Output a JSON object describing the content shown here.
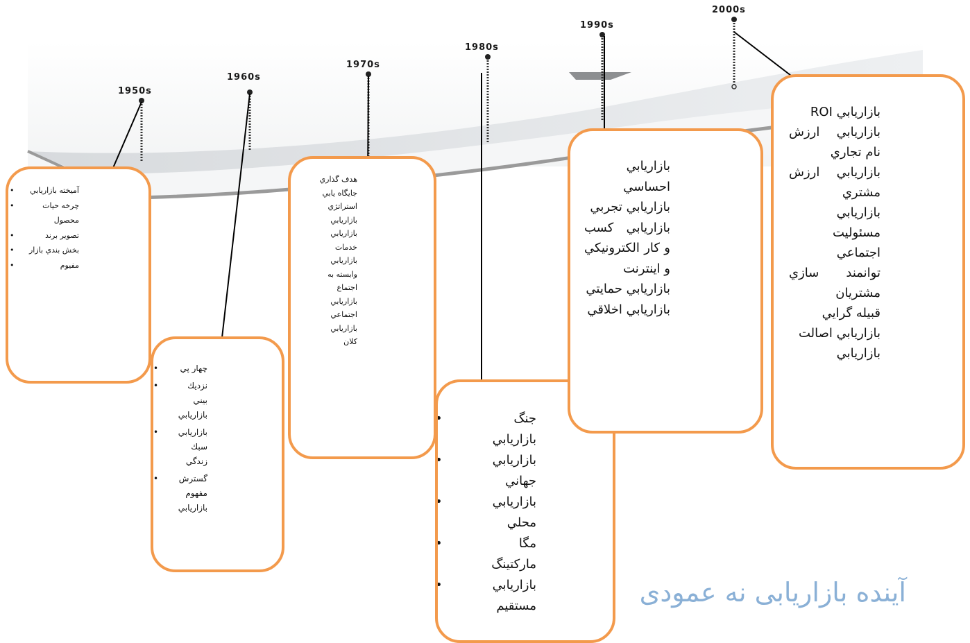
{
  "title": "آینده بازاریابی نه عمودی",
  "colors": {
    "box_border": "#f39a4c",
    "title": "#8ab0d6",
    "road": "#dcdfe3",
    "edge": "#9a9a9a"
  },
  "decades": [
    {
      "label": "1950s"
    },
    {
      "label": "1960s"
    },
    {
      "label": "1970s"
    },
    {
      "label": "1980s"
    },
    {
      "label": "1990s"
    },
    {
      "label": "2000s"
    }
  ],
  "boxes": [
    {
      "decade": "1950s",
      "items": [
        "آمیخته بازاریابي",
        "چرخه حیات محصول",
        "تصویر برند",
        "بخش بندي بازار",
        "مفیوم"
      ]
    },
    {
      "decade": "1960s",
      "items": [
        "چهار پي",
        "نزديك بيني بازاريابي",
        "بازاريابي سبك زندگي",
        "گسترش مفهوم بازاريابي"
      ]
    },
    {
      "decade": "1970s",
      "items": [
        "هدف گذاري",
        "جايگاه يابي",
        "استراتژي بازاريابي",
        "بازاريابي خدمات",
        "بازاريابي وابسته به اجتماع",
        "بازاريابي اجتماعي",
        "بازاريابي كلان"
      ]
    },
    {
      "decade": "1980s",
      "items": [
        "جنگ بازاريابي",
        "بازاريابي جهاني",
        "بازاريابي محلي",
        "مگا ماركتينگ",
        "بازاريابي مستقيم"
      ]
    },
    {
      "decade": "1990s",
      "items": [
        "بازاريابي احساسي",
        "بازاريابي تجربي",
        "بازاريابي كسب و كار الكترونيكي و اينترنت",
        "بازاريابي حمايتي",
        "بازاريابي اخلاقي"
      ]
    },
    {
      "decade": "2000s",
      "items": [
        "بازاريابي ROI",
        "بازاريابي ارزش نام تجاري",
        "بازاريابي ارزش مشتري",
        "بازاريابي مسئوليت اجتماعي",
        "توانمند سازي مشتريان",
        "قبيله گرايي",
        "بازاريابي اصالت",
        "بازاريابي"
      ]
    }
  ]
}
